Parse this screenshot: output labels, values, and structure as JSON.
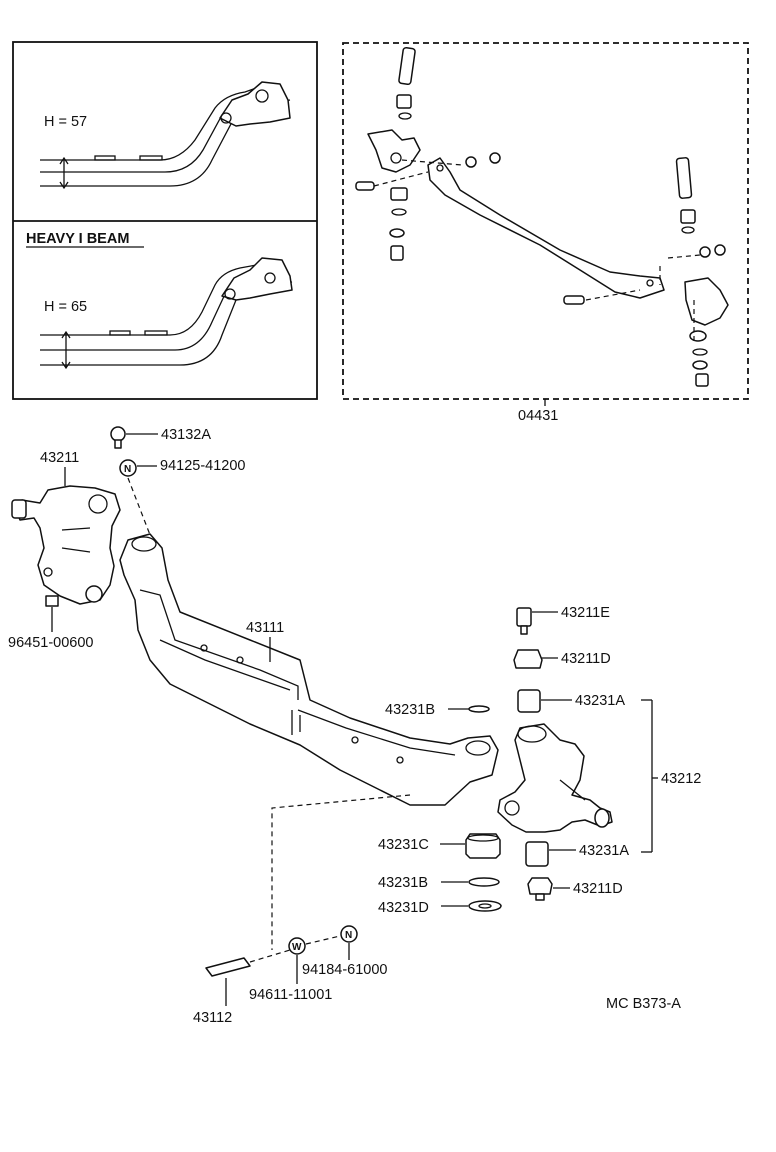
{
  "inset_top": {
    "label": "H = 57"
  },
  "inset_bottom": {
    "title": "HEAVY I BEAM",
    "label": "H = 65"
  },
  "exploded_box": {
    "label": "04431"
  },
  "parts": [
    {
      "id": "p43132A",
      "text": "43132A"
    },
    {
      "id": "p94125",
      "text": "94125-41200"
    },
    {
      "id": "p43211",
      "text": "43211"
    },
    {
      "id": "p96451",
      "text": "96451-00600"
    },
    {
      "id": "p43111",
      "text": "43111"
    },
    {
      "id": "p43211E",
      "text": "43211E"
    },
    {
      "id": "p43211Dt",
      "text": "43211D"
    },
    {
      "id": "p43231Bt",
      "text": "43231B"
    },
    {
      "id": "p43231At",
      "text": "43231A"
    },
    {
      "id": "p43212",
      "text": "43212"
    },
    {
      "id": "p43231C",
      "text": "43231C"
    },
    {
      "id": "p43231Ab",
      "text": "43231A"
    },
    {
      "id": "p43231Bb",
      "text": "43231B"
    },
    {
      "id": "p43211Db",
      "text": "43211D"
    },
    {
      "id": "p43231D",
      "text": "43231D"
    },
    {
      "id": "p94184",
      "text": "94184-61000"
    },
    {
      "id": "p94611",
      "text": "94611-11001"
    },
    {
      "id": "p43112",
      "text": "43112"
    }
  ],
  "symbols": {
    "nut": "N",
    "washer": "W"
  },
  "footer": {
    "code": "MC B373-A"
  }
}
